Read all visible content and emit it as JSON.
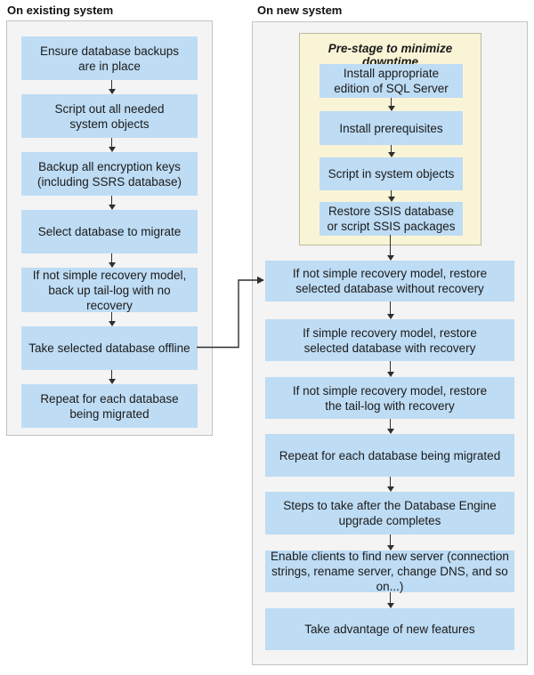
{
  "left_column": {
    "title": "On existing system",
    "steps": [
      "Ensure database backups\nare in place",
      "Script out all needed\nsystem objects",
      "Backup all encryption keys\n(including SSRS database)",
      "Select database to migrate",
      "If not simple recovery model,\nback up tail-log with no recovery",
      "Take selected database offline",
      "Repeat for each database\nbeing migrated"
    ]
  },
  "right_column": {
    "title": "On new system",
    "prestage": {
      "title": "Pre-stage to minimize downtime",
      "steps": [
        "Install appropriate\nedition of SQL Server",
        "Install prerequisites",
        "Script in system objects",
        "Restore SSIS database\nor script SSIS packages"
      ]
    },
    "steps": [
      "If not simple recovery model, restore\nselected database without recovery",
      "If simple recovery model, restore\nselected database with recovery",
      "If not simple recovery model, restore\nthe tail-log with recovery",
      "Repeat for each database being migrated",
      "Steps to take after the Database Engine\nupgrade completes",
      "Enable clients to find new server (connection\nstrings, rename server, change DNS, and so on...)",
      "Take advantage of new features"
    ]
  },
  "connector": {
    "from": "Take selected database offline",
    "to": "If not simple recovery model, restore selected database without recovery"
  },
  "colors": {
    "step_box_fill": "#BEDCF4",
    "prestage_fill": "#FAF4D7",
    "prestage_border": "#BDB99E",
    "panel_fill": "#F4F4F4",
    "panel_border": "#C3C3C3",
    "arrow": "#2E2E2E",
    "text": "#1B1B1B"
  }
}
